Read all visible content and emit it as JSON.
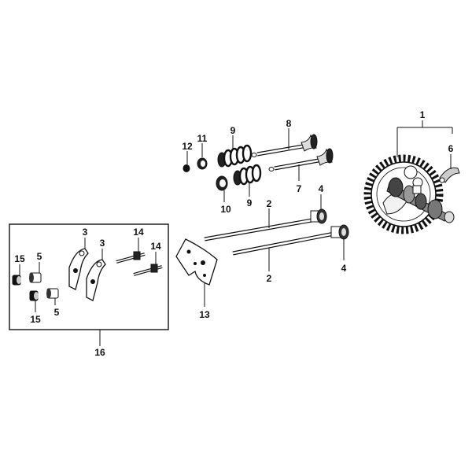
{
  "diagram": {
    "callouts": {
      "c1": "1",
      "c2a": "2",
      "c2b": "2",
      "c3a": "3",
      "c3b": "3",
      "c4a": "4",
      "c4b": "4",
      "c5a": "5",
      "c5b": "5",
      "c6": "6",
      "c7": "7",
      "c8": "8",
      "c9a": "9",
      "c9b": "9",
      "c10": "10",
      "c11": "11",
      "c12": "12",
      "c13": "13",
      "c14a": "14",
      "c14b": "14",
      "c15a": "15",
      "c15b": "15",
      "c16": "16"
    }
  }
}
